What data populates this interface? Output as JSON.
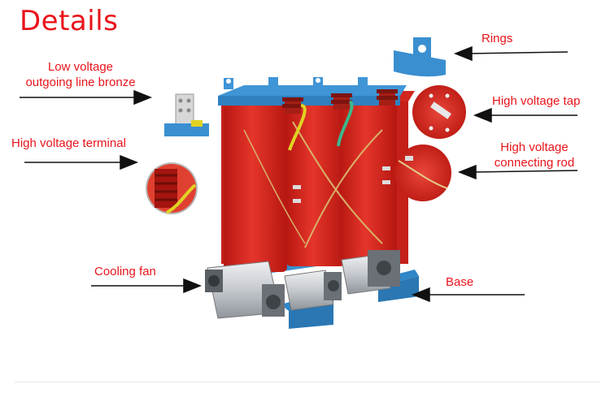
{
  "title": "Details",
  "labels": {
    "rings": "Rings",
    "low_voltage": "Low voltage\noutgoing line bronze",
    "high_voltage_tap": "High voltage tap",
    "high_voltage_terminal": "High voltage terminal",
    "high_voltage_connecting_rod": "High voltage\nconnecting rod",
    "cooling_fan": "Cooling fan",
    "base": "Base"
  },
  "colors": {
    "label_red": "#e8141b",
    "transformer_red": "#d8261f",
    "frame_blue": "#3a8fd0",
    "fan_silver": "#c9ccd0"
  }
}
